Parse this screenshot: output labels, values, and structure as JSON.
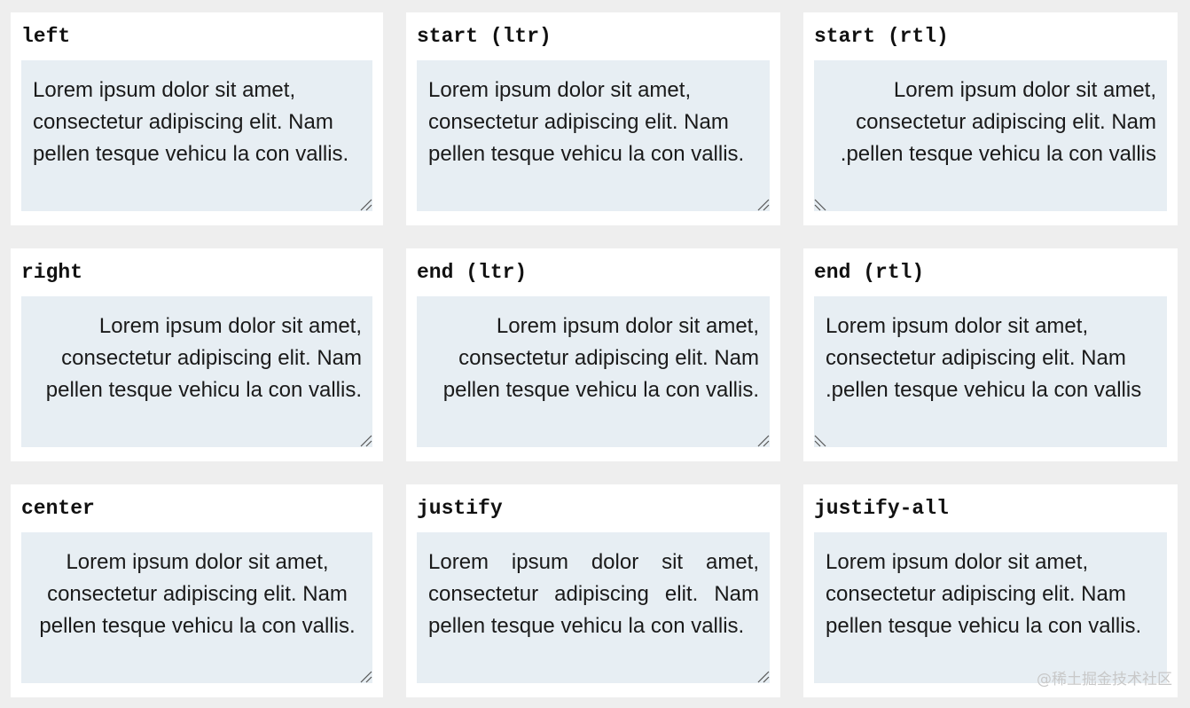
{
  "cards": [
    {
      "title": "left",
      "text": "Lorem ipsum dolor sit amet, consectetur adipiscing elit. Nam pellen tesque vehicu la con vallis."
    },
    {
      "title": "start (ltr)",
      "text": "Lorem ipsum dolor sit amet, consectetur adipiscing elit. Nam pellen tesque vehicu la con vallis."
    },
    {
      "title": "start (rtl)",
      "text": "Lorem ipsum dolor sit amet, consectetur adipiscing elit. Nam pellen tesque vehicu la con vallis."
    },
    {
      "title": "right",
      "text": "Lorem ipsum dolor sit amet, consectetur adipiscing elit. Nam pellen tesque vehicu la con vallis."
    },
    {
      "title": "end (ltr)",
      "text": "Lorem ipsum dolor sit amet, consectetur adipiscing elit. Nam pellen tesque vehicu la con vallis."
    },
    {
      "title": "end (rtl)",
      "text": "Lorem ipsum dolor sit amet, consectetur adipiscing elit. Nam pellen tesque vehicu la con vallis."
    },
    {
      "title": "center",
      "text": "Lorem ipsum dolor sit amet, consectetur adipiscing elit. Nam pellen tesque vehicu la con vallis."
    },
    {
      "title": "justify",
      "text": "Lorem ipsum dolor sit amet, consectetur adipiscing elit. Nam pellen tesque vehicu la con vallis."
    },
    {
      "title": "justify-all",
      "text": "Lorem ipsum dolor sit amet, consectetur adipiscing elit. Nam pellen tesque vehicu la con vallis."
    }
  ],
  "watermark": "@稀土掘金技术社区",
  "colors": {
    "page_background": "#eeeeee",
    "card_background": "#ffffff",
    "sample_background": "#e7eef3"
  },
  "icons": {
    "resize_handle": "resize-grip-icon"
  }
}
